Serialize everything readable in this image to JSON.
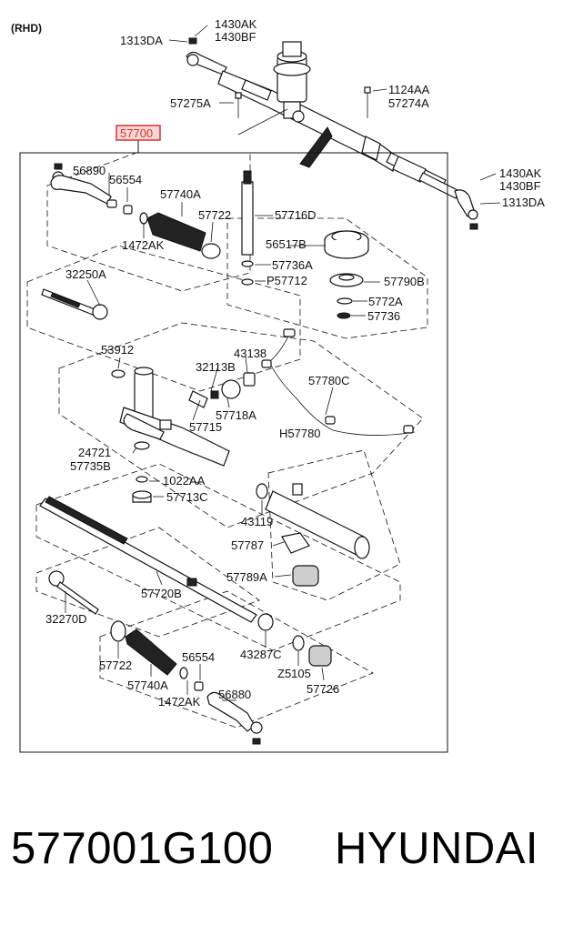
{
  "diagram": {
    "variant": "(RHD)",
    "highlighted_part": "57700",
    "highlight_color": "#d9322e",
    "labels": {
      "p1430AK_top": "1430AK",
      "p1430BF_top": "1430BF",
      "p1313DA_top": "1313DA",
      "p57275A": "57275A",
      "p1124AA": "1124AA",
      "p57274A": "57274A",
      "p1430AK_right": "1430AK",
      "p1430BF_right": "1430BF",
      "p1313DA_right": "1313DA",
      "p56890": "56890",
      "p56554_top": "56554",
      "p1472AK_top": "1472AK",
      "p57740A_top": "57740A",
      "p57722_top": "57722",
      "p57716D": "57716D",
      "p56517B": "56517B",
      "p57736A": "57736A",
      "pP57712": "P57712",
      "p57790B": "57790B",
      "p5772A": "5772A",
      "p57736": "57736",
      "p32250A": "32250A",
      "p53912": "53912",
      "p43138": "43138",
      "p32113B": "32113B",
      "p57780C": "57780C",
      "p57718A": "57718A",
      "p57715": "57715",
      "pH57780": "H57780",
      "p24721": "24721",
      "p57735B": "57735B",
      "p1022AA": "1022AA",
      "p57713C": "57713C",
      "p43119": "43119",
      "p57787": "57787",
      "p57789A": "57789A",
      "p57720B": "57720B",
      "p32270D": "32270D",
      "p57722_bottom": "57722",
      "p56554_bottom": "56554",
      "p57740A_bottom": "57740A",
      "p1472AK_bottom": "1472AK",
      "p56880": "56880",
      "p43287C": "43287C",
      "pZ5105": "Z5105",
      "p57726": "57726"
    }
  },
  "footer": {
    "part_number": "577001G100",
    "brand": "HYUNDAI"
  }
}
